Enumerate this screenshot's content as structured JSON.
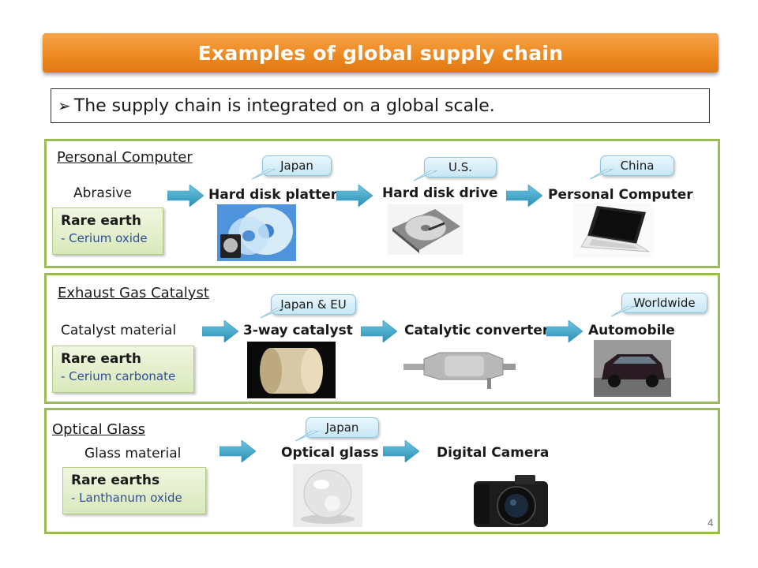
{
  "title": "Examples of global supply chain",
  "subtitle": {
    "bullet": "➢",
    "text": "The supply chain is integrated on a global scale."
  },
  "colors": {
    "title_bar": "#ee8a22",
    "section_border": "#9bbb59",
    "arrow": "#3aa6c8",
    "callout": "#c7e7f5",
    "material_box": "#d9e8bb",
    "material_sub_text": "#2e4e9a"
  },
  "sections": [
    {
      "title": "Personal Computer",
      "source": "Abrasive",
      "material": {
        "name": "Rare earth",
        "sub": "- Cerium oxide"
      },
      "stages": [
        {
          "label": "Hard disk platter",
          "region": "Japan",
          "image": "hard-disk-platter-image"
        },
        {
          "label": "Hard disk drive",
          "region": "U.S.",
          "image": "hard-disk-drive-image"
        },
        {
          "label": "Personal Computer",
          "region": "China",
          "image": "laptop-image"
        }
      ]
    },
    {
      "title": "Exhaust Gas Catalyst",
      "source": "Catalyst  material",
      "material": {
        "name": "Rare earth",
        "sub": "- Cerium carbonate"
      },
      "stages": [
        {
          "label": "3-way catalyst",
          "region": "Japan & EU",
          "image": "catalyst-image"
        },
        {
          "label": "Catalytic converter",
          "region": "",
          "image": "catalytic-converter-image"
        },
        {
          "label": "Automobile",
          "region": "Worldwide",
          "image": "automobile-image"
        }
      ]
    },
    {
      "title": "Optical Glass",
      "source": "Glass material",
      "material": {
        "name": "Rare earths",
        "sub": "- Lanthanum oxide"
      },
      "stages": [
        {
          "label": "Optical glass",
          "region": "Japan",
          "image": "glass-sphere-image"
        },
        {
          "label": "Digital Camera",
          "region": "",
          "image": "digital-camera-image"
        }
      ]
    }
  ],
  "page_number": "4"
}
